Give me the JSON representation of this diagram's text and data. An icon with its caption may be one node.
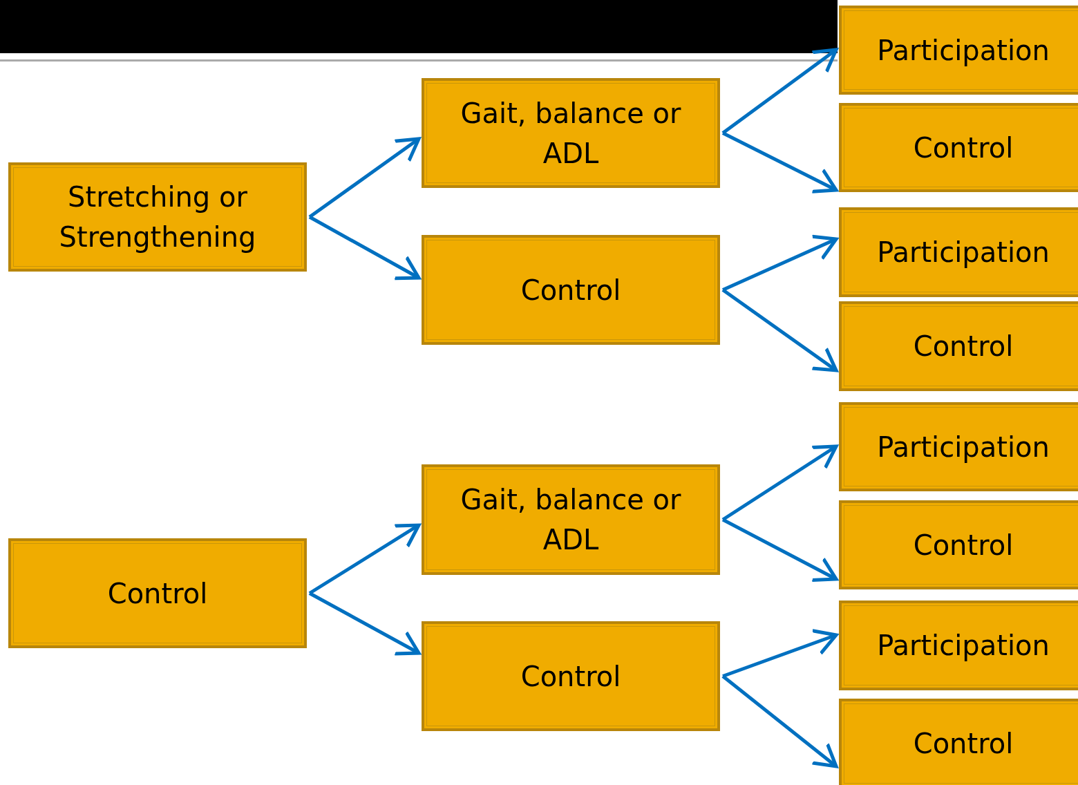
{
  "diagram": {
    "nodes": [
      {
        "text": [
          "Stretching or Strengthening"
        ]
      },
      {
        "text": [
          "Gait, balance or ADL"
        ]
      },
      {
        "text": [
          "Control"
        ]
      },
      {
        "text": [
          "Participation"
        ]
      },
      {
        "text": [
          "Control"
        ]
      },
      {
        "text": [
          "Participation"
        ]
      },
      {
        "text": [
          "Control"
        ]
      },
      {
        "text": [
          "Control"
        ]
      },
      {
        "text": [
          "Gait, balance or ADL"
        ]
      },
      {
        "text": [
          "Control"
        ]
      },
      {
        "text": [
          "Participation"
        ]
      },
      {
        "text": [
          "Control"
        ]
      },
      {
        "text": [
          "Participation"
        ]
      },
      {
        "text": [
          "Control"
        ]
      }
    ],
    "edges": [
      {
        "from": 0,
        "to": 1,
        "arrow": "to"
      },
      {
        "from": 0,
        "to": 2,
        "arrow": "to"
      },
      {
        "from": 1,
        "to": 3,
        "arrow": "to"
      },
      {
        "from": 1,
        "to": 4,
        "arrow": "to"
      },
      {
        "from": 2,
        "to": 5,
        "arrow": "to"
      },
      {
        "from": 2,
        "to": 6,
        "arrow": "to"
      },
      {
        "from": 7,
        "to": 8,
        "arrow": "to"
      },
      {
        "from": 7,
        "to": 9,
        "arrow": "to"
      },
      {
        "from": 8,
        "to": 10,
        "arrow": "to"
      },
      {
        "from": 8,
        "to": 11,
        "arrow": "to"
      },
      {
        "from": 9,
        "to": 12,
        "arrow": "to"
      },
      {
        "from": 9,
        "to": 13,
        "arrow": "to"
      }
    ]
  }
}
